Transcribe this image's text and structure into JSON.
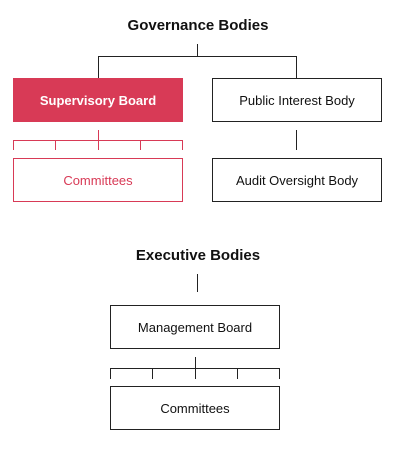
{
  "governance": {
    "title": "Governance Bodies",
    "supervisory_board": "Supervisory Board",
    "public_interest_body": "Public Interest Body",
    "committees": "Committees",
    "audit_oversight_body": "Audit Oversight Body"
  },
  "executive": {
    "title": "Executive Bodies",
    "management_board": "Management Board",
    "committees": "Committees"
  },
  "colors": {
    "accent": "#d83a56",
    "line": "#222222",
    "text": "#111111"
  }
}
